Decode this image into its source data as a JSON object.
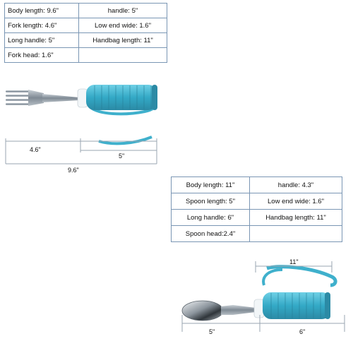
{
  "fork_specs": [
    [
      "Body length: 9.6\"",
      "handle: 5\""
    ],
    [
      "Fork length: 4.6\"",
      "Low end wide: 1.6\""
    ],
    [
      "Long handle: 5\"",
      "Handbag length: 11\""
    ],
    [
      "Fork head: 1.6\"",
      ""
    ]
  ],
  "fork_dims": {
    "head": "4.6\"",
    "handle": "5\"",
    "total": "9.6\""
  },
  "spoon_specs": [
    [
      "Body length: 11\"",
      "handle: 4.3\""
    ],
    [
      "Spoon length: 5\"",
      "Low end wide: 1.6\""
    ],
    [
      "Long handle: 6\"",
      "Handbag length: 11\""
    ],
    [
      "Spoon head:2.4\"",
      ""
    ]
  ],
  "spoon_dims": {
    "strap": "11\"",
    "head": "5\"",
    "handle": "6\""
  },
  "colors": {
    "handle_blue": "#3fb0cc",
    "table_border": "#7a96b4",
    "metal": "#9aa3ab"
  },
  "icons": [
    "fork-image",
    "spoon-image"
  ]
}
